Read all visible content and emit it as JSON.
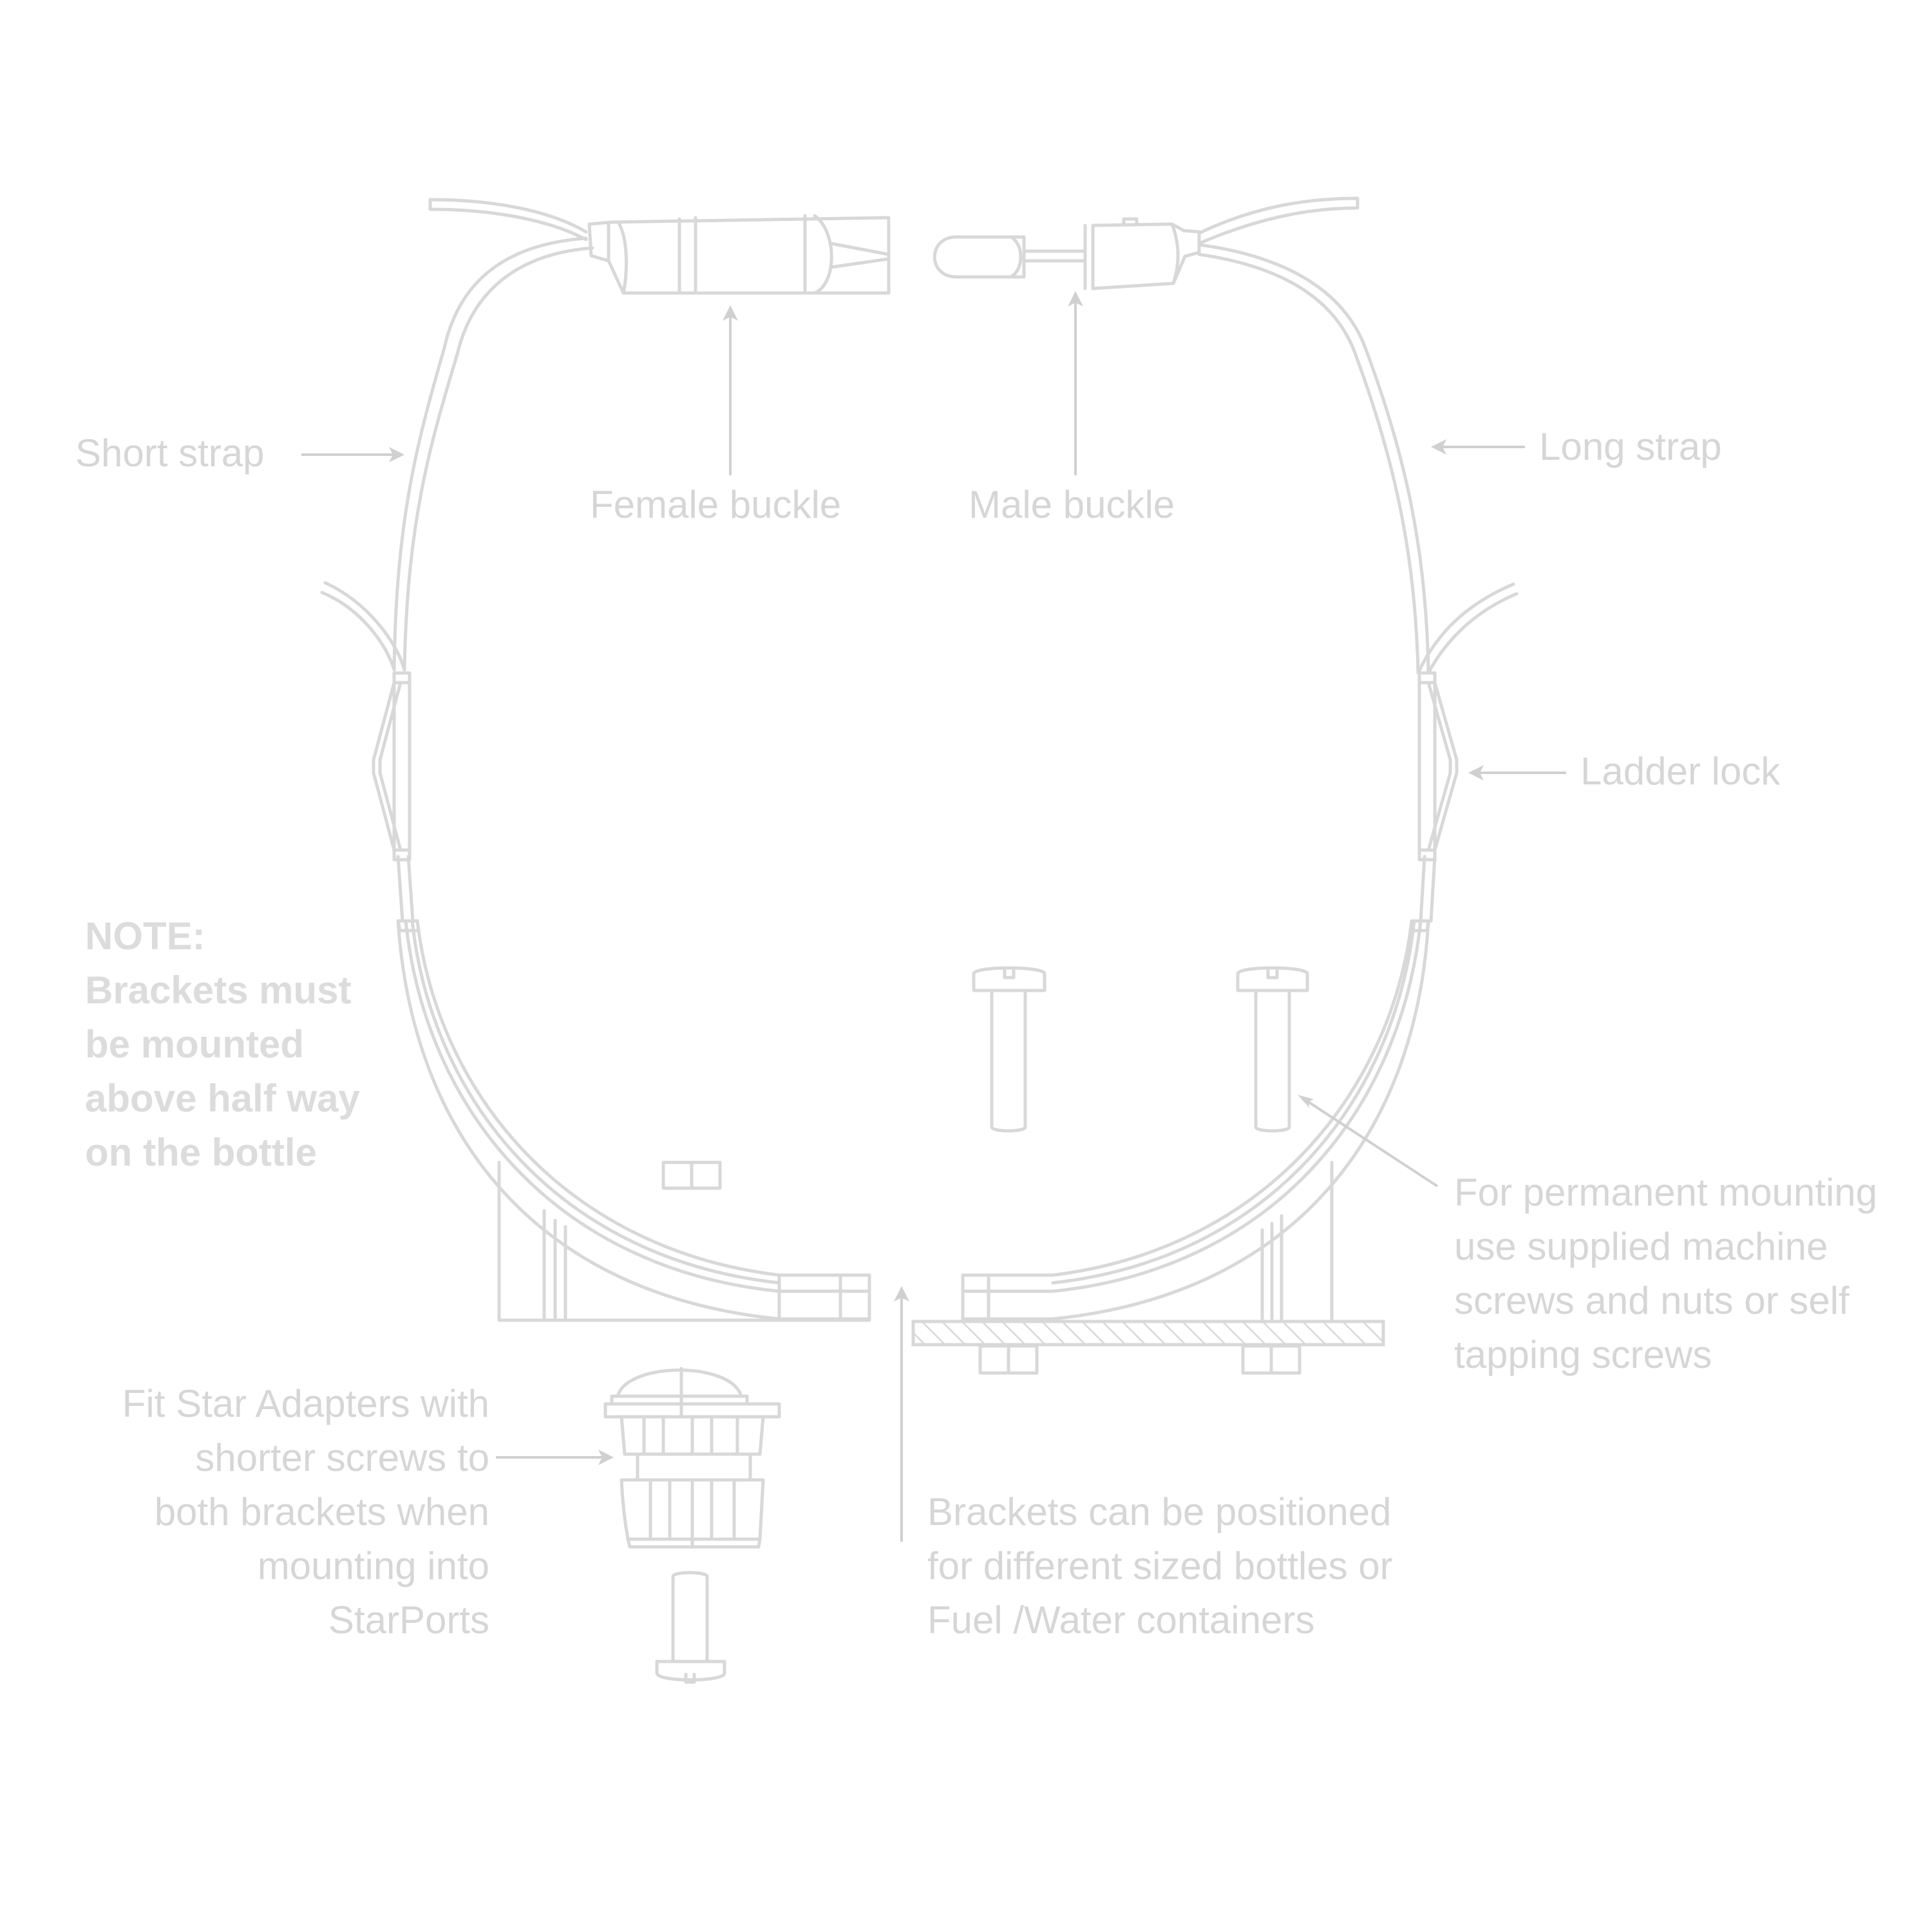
{
  "labels": {
    "short_strap": "Short strap",
    "female_buckle": "Female buckle",
    "male_buckle": "Male buckle",
    "long_strap": "Long strap",
    "ladder_lock": "Ladder lock",
    "note": [
      "NOTE:",
      "Brackets must",
      "be mounted",
      "above half way",
      "on the bottle"
    ],
    "permanent_mounting": [
      "For permanent mounting",
      "use supplied machine",
      "screws and nuts or self",
      "tapping screws"
    ],
    "star_adapters": [
      "Fit Star Adapters with",
      "shorter screws to",
      "both brackets when",
      "mounting into",
      "StarPorts"
    ],
    "brackets_positioned": [
      "Brackets can be positioned",
      "for different sized bottles or",
      "Fuel /Water containers"
    ]
  },
  "colors": {
    "line": "#d8d8d8",
    "text": "#d6d6d6",
    "background": "#ffffff"
  }
}
